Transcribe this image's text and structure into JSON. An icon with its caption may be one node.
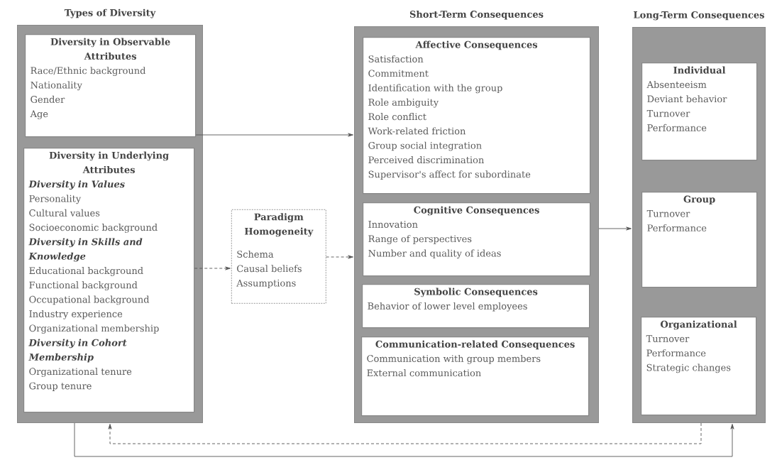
{
  "diagram": {
    "nodes": [
      {
        "text": [
          "Types of Diversity"
        ]
      },
      {
        "text": [
          "Diversity in Observable Attributes",
          "Race/Ethnic background",
          "Nationality",
          "Gender",
          "Age"
        ],
        "in": 0
      },
      {
        "text": [
          "Diversity in Underlying Attributes",
          "Diversity in Values",
          "Personality",
          "Cultural values",
          "Socioeconomic background",
          "Diversity in Skills and Knowledge",
          "Educational background",
          "Functional background",
          "Occupational background",
          "Industry experience",
          "Organizational membership",
          "Diversity in Cohort Membership",
          "Organizational tenure",
          "Group tenure"
        ],
        "in": 0
      },
      {
        "text": [
          "Paradigm Homogeneity",
          "Schema",
          "Causal beliefs",
          "Assumptions"
        ]
      },
      {
        "text": [
          "Short-Term Consequences"
        ]
      },
      {
        "text": [
          "Affective Consequences",
          "Satisfaction",
          "Commitment",
          "Identification with the group",
          "Role ambiguity",
          "Role conflict",
          "Work-related friction",
          "Group social integration",
          "Perceived discrimination",
          "Supervisor's affect for subordinate"
        ],
        "in": 4
      },
      {
        "text": [
          "Cognitive Consequences",
          "Innovation",
          "Range of perspectives",
          "Number and quality of ideas"
        ],
        "in": 4
      },
      {
        "text": [
          "Symbolic Consequences",
          "Behavior of lower level employees"
        ],
        "in": 4
      },
      {
        "text": [
          "Communication-related Consequences",
          "Communication with group members",
          "External communication"
        ],
        "in": 4
      },
      {
        "text": [
          "Long-Term Consequences"
        ]
      },
      {
        "text": [
          "Individual",
          "Absenteeism",
          "Deviant behavior",
          "Turnover",
          "Performance"
        ],
        "in": 9
      },
      {
        "text": [
          "Group",
          "Turnover",
          "Performance"
        ],
        "in": 9
      },
      {
        "text": [
          "Organizational",
          "Turnover",
          "Performance",
          "Strategic changes"
        ],
        "in": 9
      }
    ],
    "edges": [
      {
        "from": 1,
        "to": 4,
        "arrow": "to"
      },
      {
        "from": 2,
        "to": 3,
        "arrow": "to",
        "style": "dashed"
      },
      {
        "from": 3,
        "to": 4,
        "arrow": "to",
        "style": "dashed"
      },
      {
        "from": 4,
        "to": 9,
        "arrow": "to"
      },
      {
        "from": 9,
        "to": 0,
        "arrow": "to",
        "style": "dashed"
      },
      {
        "from": 0,
        "to": 9,
        "arrow": "to"
      }
    ]
  }
}
